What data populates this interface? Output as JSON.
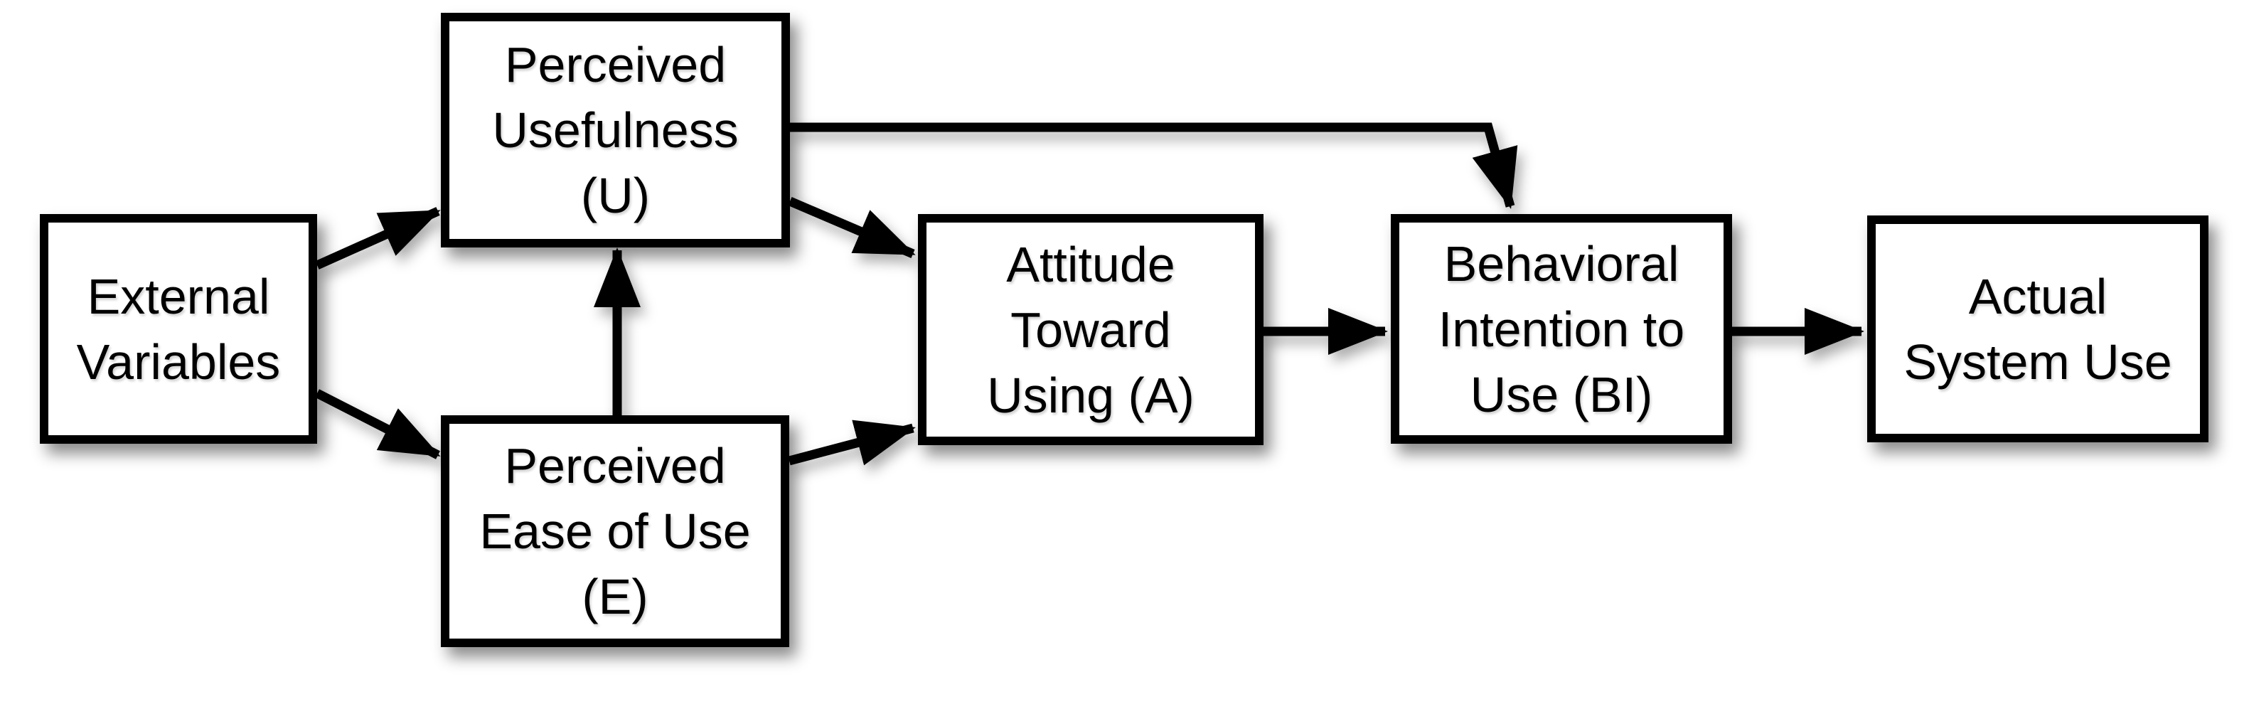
{
  "diagram": {
    "background_color": "#ffffff",
    "box_fill_color": "#ffffff",
    "box_border_color": "#000000",
    "arrow_color": "#000000",
    "text_color": "#000000",
    "nodes": {
      "external": {
        "id": "external",
        "label": "External\nVariables"
      },
      "usefulness": {
        "id": "usefulness",
        "label": "Perceived\nUsefulness\n(U)"
      },
      "ease": {
        "id": "ease",
        "label": "Perceived\nEase of Use\n(E)"
      },
      "attitude": {
        "id": "attitude",
        "label": "Attitude\nToward\nUsing (A)"
      },
      "intention": {
        "id": "intention",
        "label": "Behavioral\nIntention to\nUse (BI)"
      },
      "actual": {
        "id": "actual",
        "label": "Actual\nSystem Use"
      }
    },
    "edges": [
      {
        "from": "external",
        "to": "usefulness",
        "shape": "straight"
      },
      {
        "from": "external",
        "to": "ease",
        "shape": "straight"
      },
      {
        "from": "ease",
        "to": "usefulness",
        "shape": "straight"
      },
      {
        "from": "usefulness",
        "to": "attitude",
        "shape": "straight"
      },
      {
        "from": "ease",
        "to": "attitude",
        "shape": "straight"
      },
      {
        "from": "attitude",
        "to": "intention",
        "shape": "straight"
      },
      {
        "from": "intention",
        "to": "actual",
        "shape": "straight"
      },
      {
        "from": "usefulness",
        "to": "intention",
        "shape": "elbow-over-top"
      }
    ]
  }
}
